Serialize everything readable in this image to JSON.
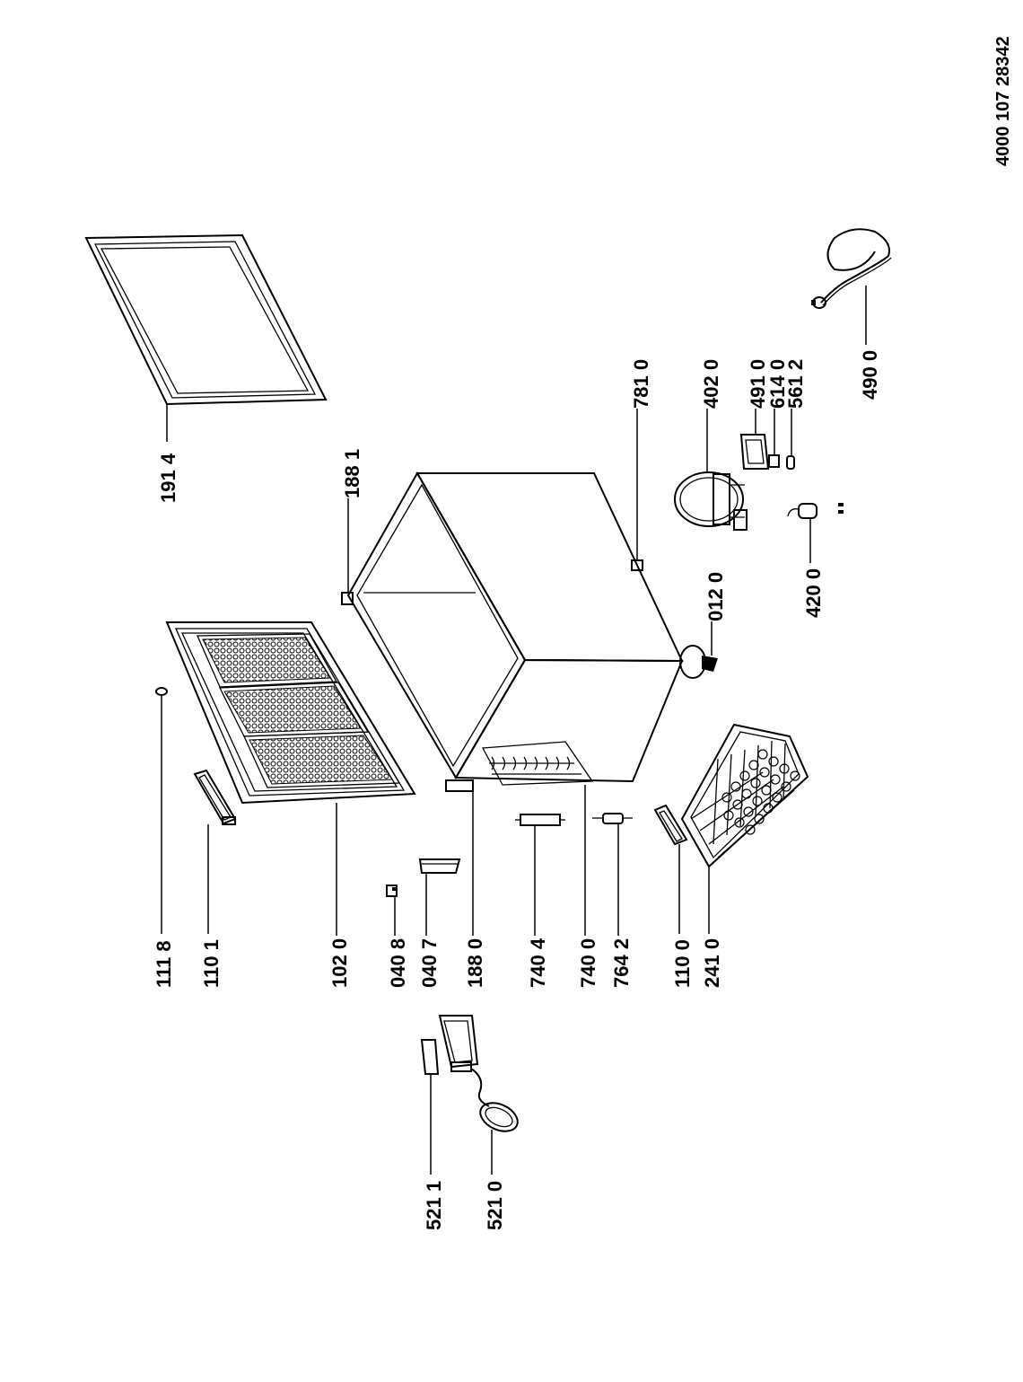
{
  "document_number": "4000 107 28342",
  "labels": {
    "l1914": "191 4",
    "l1881": "188 1",
    "l7810": "781 0",
    "l4020": "402 0",
    "l4910": "491 0",
    "l6140": "614 0",
    "l5612": "561 2",
    "l4900": "490 0",
    "l4200": "420 0",
    "l0120": "012 0",
    "l1118": "111 8",
    "l1101": "110 1",
    "l1020": "102 0",
    "l0408": "040 8",
    "l0407": "040 7",
    "l1880": "188 0",
    "l7404": "740 4",
    "l7400": "740 0",
    "l7642": "764 2",
    "l1100": "110 0",
    "l2410": "241 0",
    "l5211": "521 1",
    "l5210": "521 0"
  }
}
